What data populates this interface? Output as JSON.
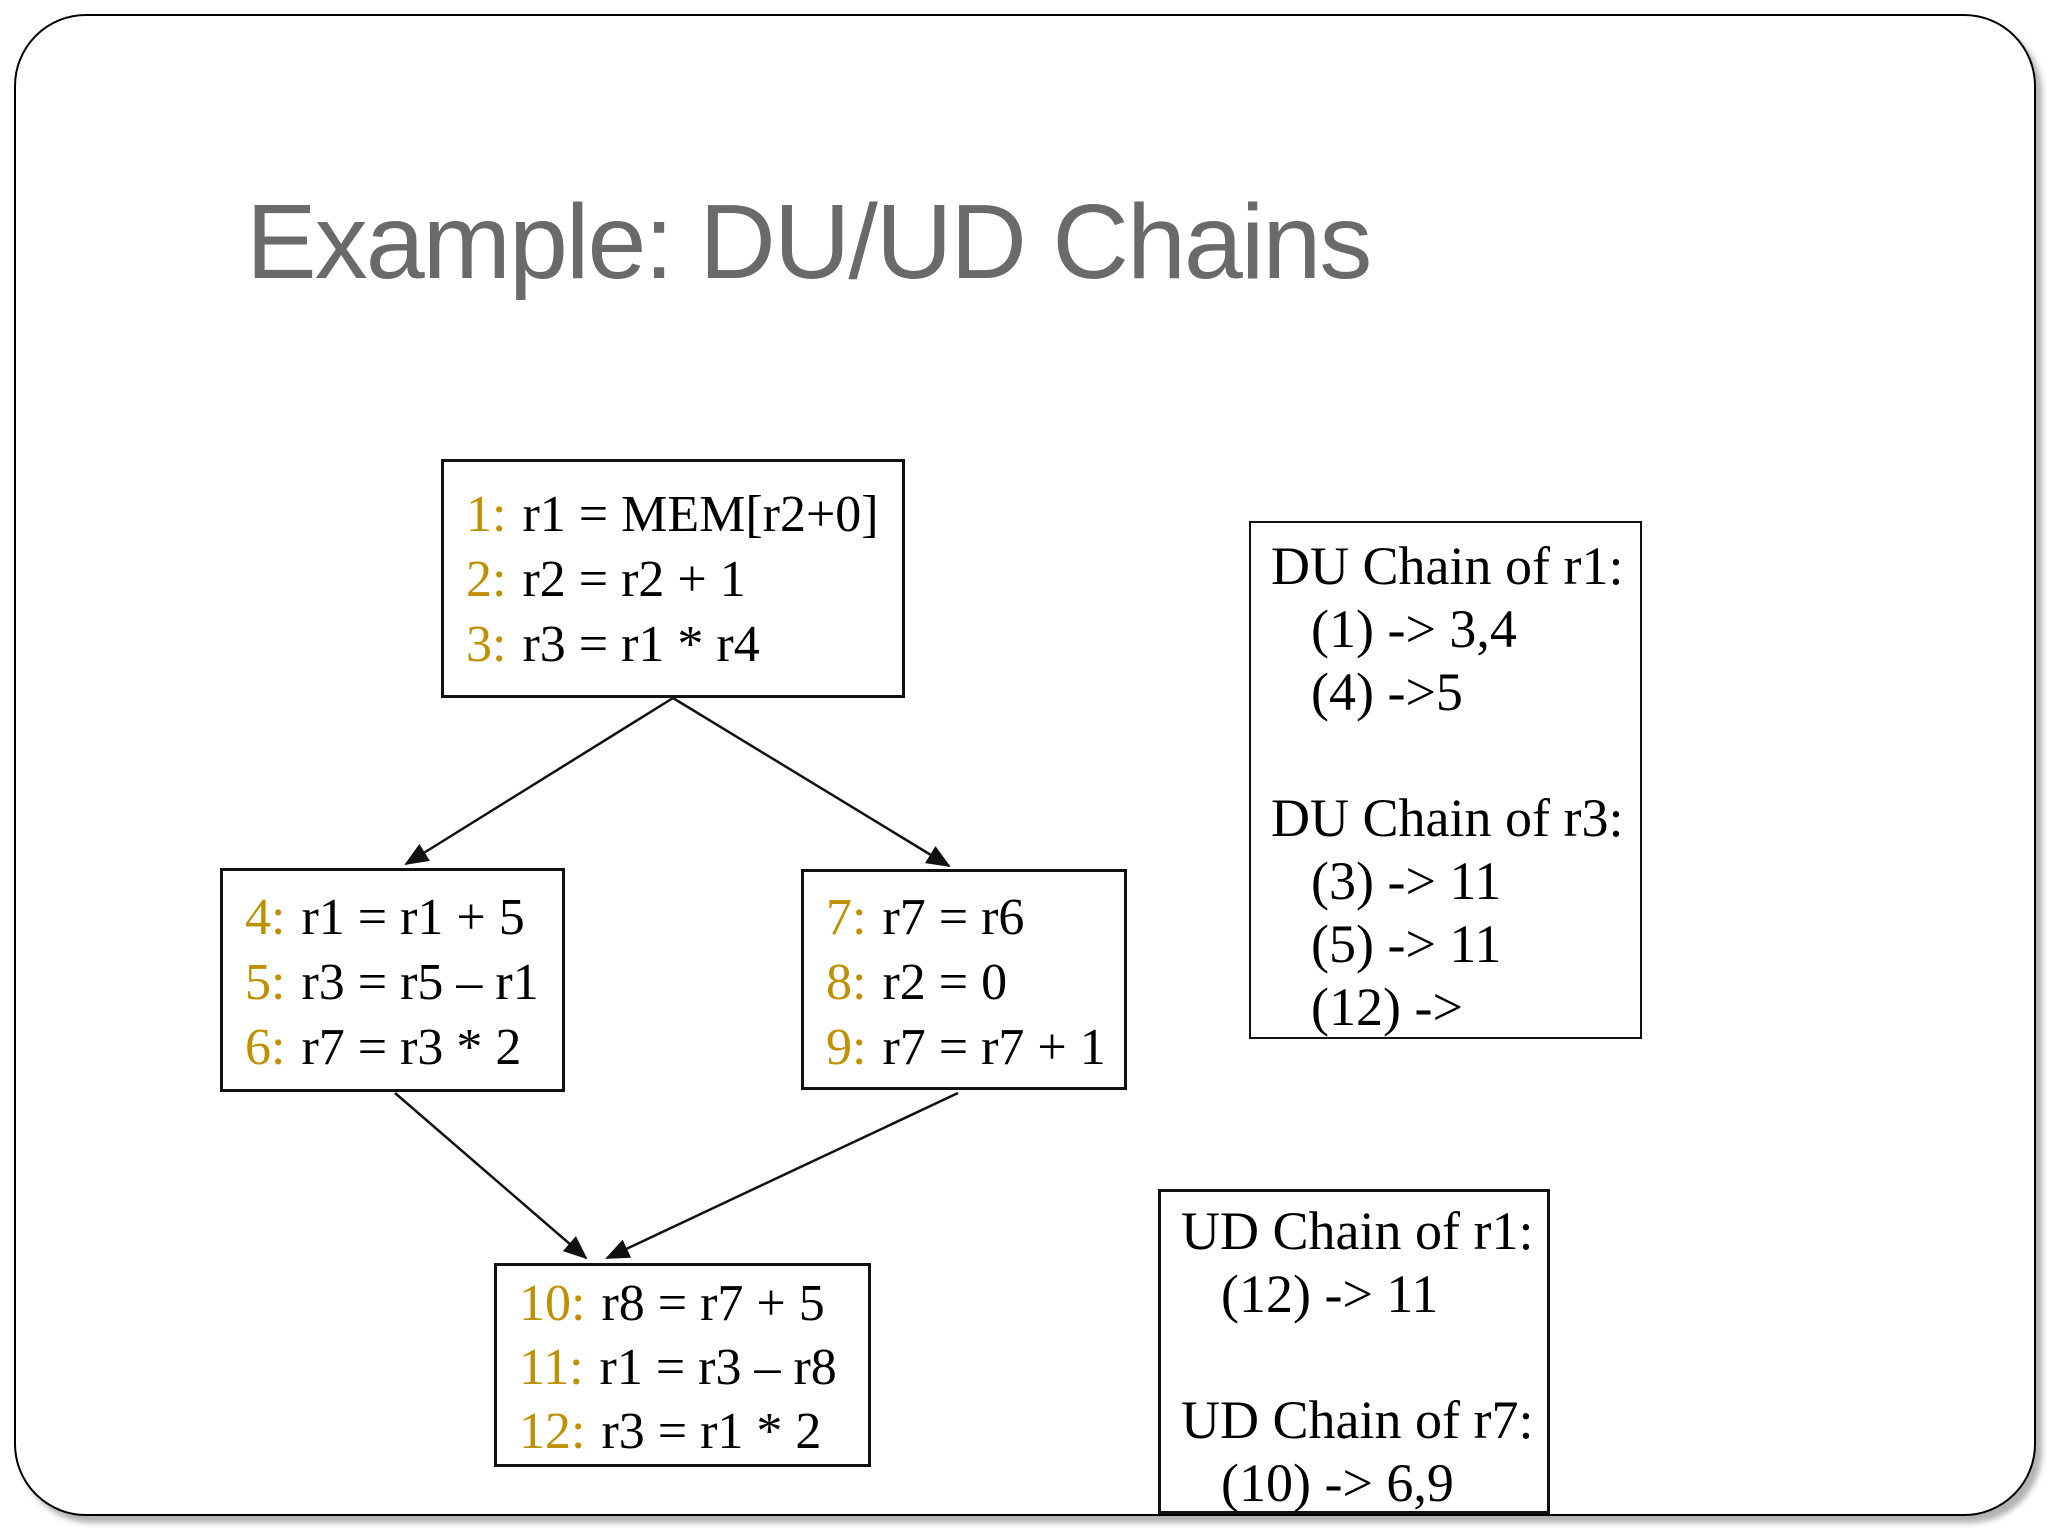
{
  "title": "Example: DU/UD Chains",
  "colors": {
    "line_number": "#BF9000",
    "title_gray": "#6A6A6A",
    "code_text": "#000000"
  },
  "blocks": [
    {
      "label": "entry block (statements 1-3)",
      "lines": [
        {
          "num": "1:",
          "code": "r1 = MEM[r2+0]"
        },
        {
          "num": "2:",
          "code": "r2 = r2 + 1"
        },
        {
          "num": "3:",
          "code": "r3 = r1 * r4"
        }
      ]
    },
    {
      "label": "left block (statements 4-6)",
      "lines": [
        {
          "num": "4:",
          "code": "r1 = r1 + 5"
        },
        {
          "num": "5:",
          "code": "r3 = r5 – r1"
        },
        {
          "num": "6:",
          "code": "r7 = r3 * 2"
        }
      ]
    },
    {
      "label": "right block (statements 7-9)",
      "lines": [
        {
          "num": "7:",
          "code": "r7 = r6"
        },
        {
          "num": "8:",
          "code": "r2 = 0"
        },
        {
          "num": "9:",
          "code": "r7 = r7 + 1"
        }
      ]
    },
    {
      "label": "join block (statements 10-12)",
      "lines": [
        {
          "num": "10:",
          "code": "r8 = r7 + 5"
        },
        {
          "num": "11:",
          "code": "r1 = r3 – r8"
        },
        {
          "num": "12:",
          "code": "r3 = r1 * 2"
        }
      ]
    }
  ],
  "du_box": {
    "section1_title": "DU Chain of r1:",
    "section1_entries": [
      "(1) -> 3,4",
      "(4) ->5"
    ],
    "section2_title": "DU Chain of r3:",
    "section2_entries": [
      "(3) -> 11",
      "(5) -> 11",
      "(12) ->"
    ]
  },
  "ud_box": {
    "section1_title": "UD Chain of r1:",
    "section1_entries": [
      "(12) -> 11"
    ],
    "section2_title": "UD Chain of r7:",
    "section2_entries": [
      "(10) -> 6,9"
    ]
  }
}
